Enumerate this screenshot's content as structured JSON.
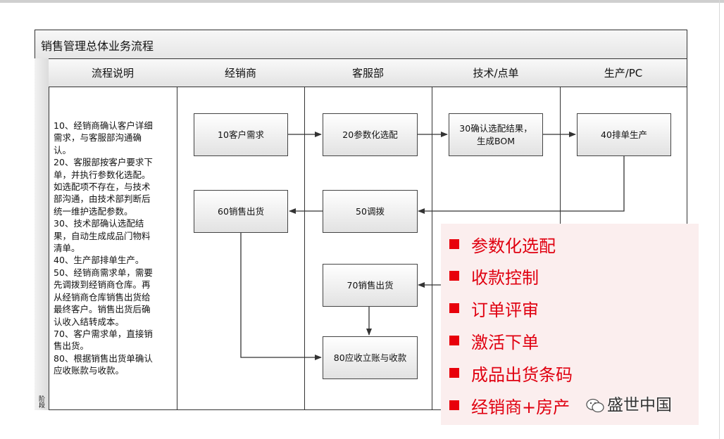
{
  "diagram": {
    "title": "销售管理总体业务流程",
    "stage_label": "阶段",
    "lanes": [
      "流程说明",
      "经销商",
      "客服部",
      "技术/点单",
      "生产/PC"
    ],
    "notes": [
      "10、经销商确认客户详细",
      "需求，与客服部沟通确",
      "认。",
      "20、客服部按客户要求下",
      "单，并执行参数化选配。",
      "如选配项不存在，与技术",
      "部沟通，由技术部判断后",
      "统一维护选配参数。",
      "30、技术部确认选配结",
      "果，自动生成成品门物料",
      "清单。",
      "40、生产部排单生产。",
      "50、经销商需求单，需要",
      "先调拨到经销商仓库。再",
      "从经销商仓库销售出货给",
      "最终客户。销售出货后确",
      "认收入结转成本。",
      "70、客户需求单，直接销",
      "售出货。",
      "80、根据销售出货单确认",
      "应收账款与收款。"
    ],
    "nodes": {
      "n10": "10客户需求",
      "n20": "20参数化选配",
      "n30_line1": "30确认选配结果，",
      "n30_line2": "生成BOM",
      "n40": "40排单生产",
      "n50": "50调拨",
      "n60": "60销售出货",
      "n70": "70销售出货",
      "n80": "80应收立账与收款"
    }
  },
  "overlay": {
    "features": [
      "参数化选配",
      "收款控制",
      "订单评审",
      "激活下单",
      "成品出货条码",
      "经销商+房产"
    ],
    "bullet_color": "#e8000b",
    "text_color": "#e00010"
  },
  "watermark": "盛世中国"
}
